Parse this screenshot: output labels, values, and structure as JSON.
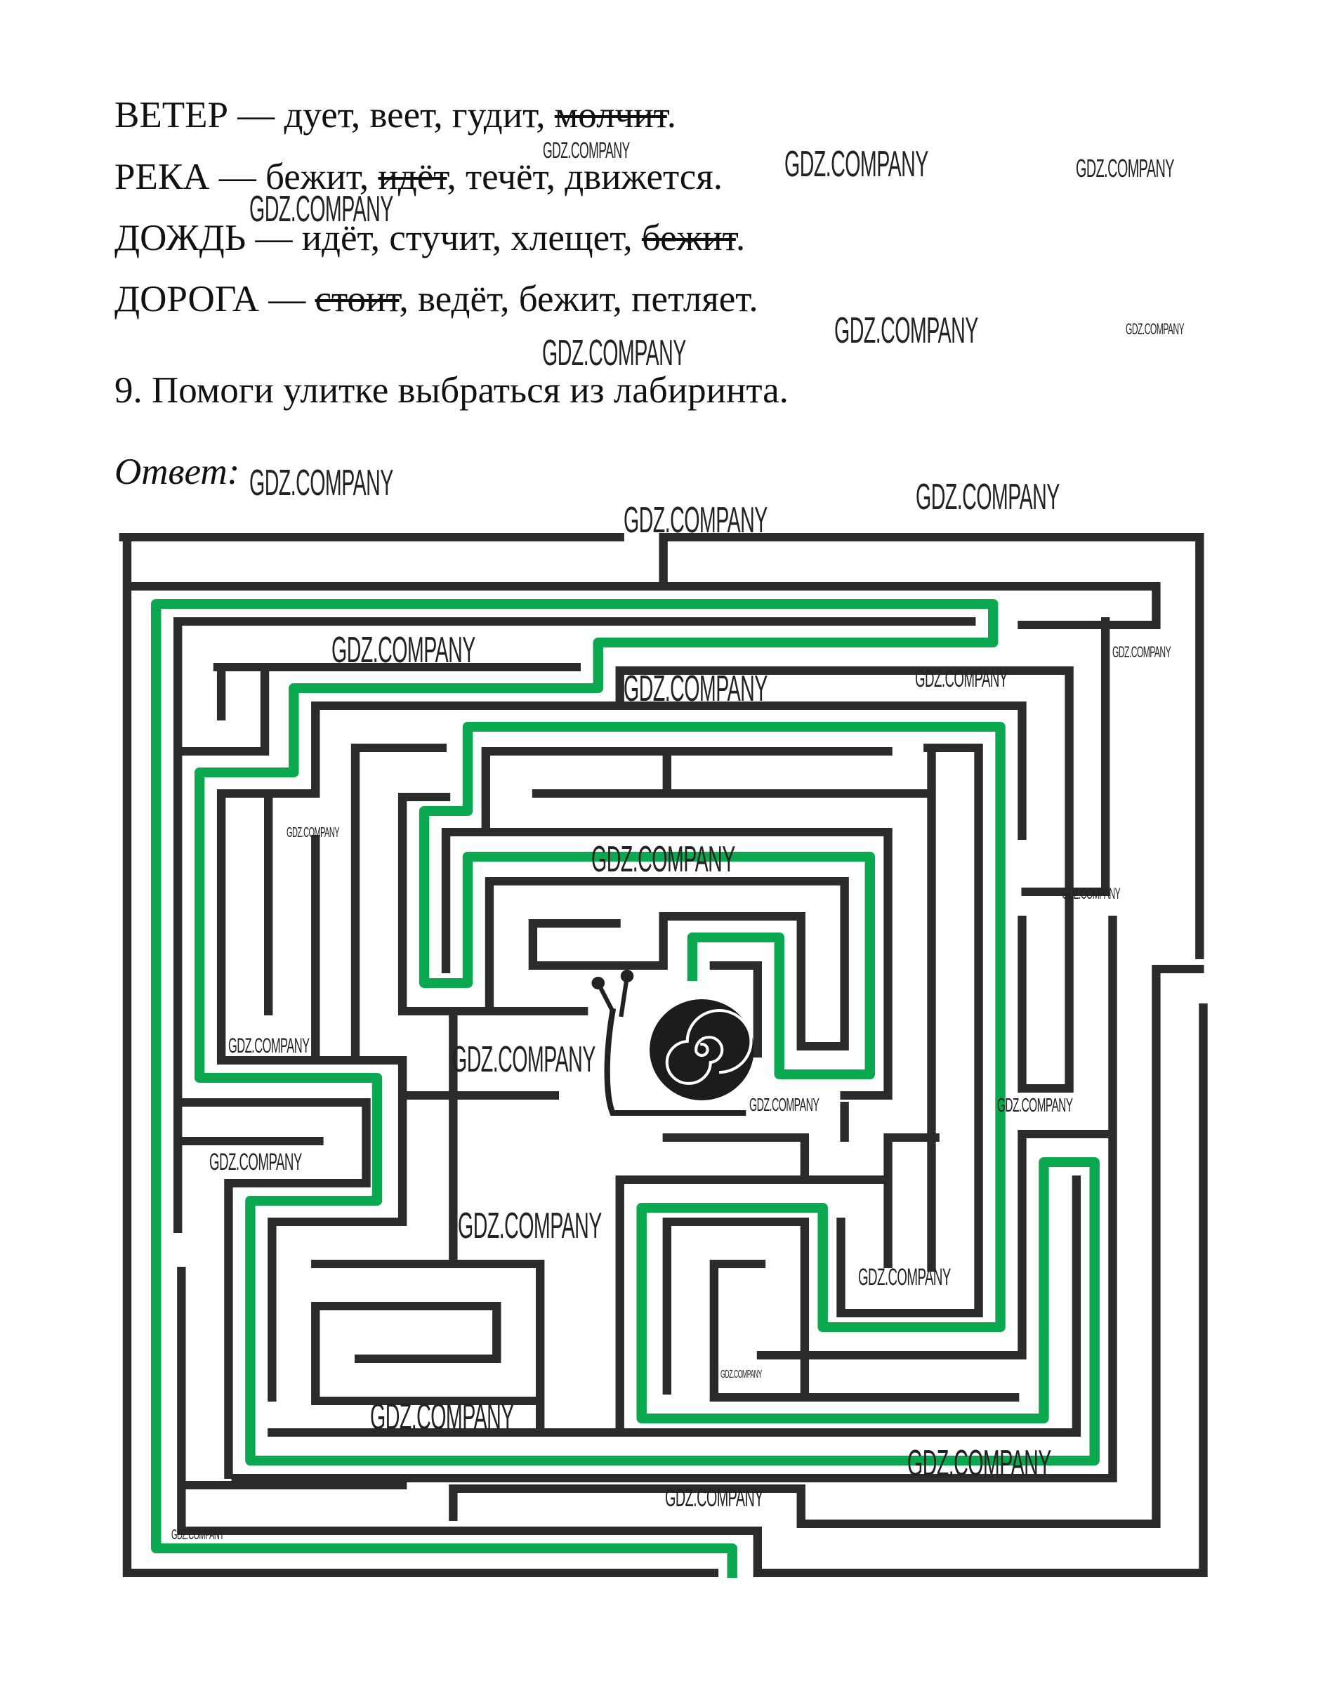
{
  "lines": [
    {
      "word": "ВЕТЕР",
      "dash": " — ",
      "segments": [
        {
          "t": "дует, веет, гудит, ",
          "strike": false
        },
        {
          "t": "молчит",
          "strike": true
        },
        {
          "t": ".",
          "strike": false
        }
      ]
    },
    {
      "word": "РЕКА",
      "dash": " — ",
      "segments": [
        {
          "t": "бежит, ",
          "strike": false
        },
        {
          "t": "идёт",
          "strike": true
        },
        {
          "t": ", течёт, движется.",
          "strike": false
        }
      ]
    },
    {
      "word": "ДОЖДЬ",
      "dash": " — ",
      "segments": [
        {
          "t": "идёт, стучит, хлещет, ",
          "strike": false
        },
        {
          "t": "бежит",
          "strike": true
        },
        {
          "t": ".",
          "strike": false
        }
      ]
    },
    {
      "word": "ДОРОГА",
      "dash": " — ",
      "segments": [
        {
          "t": "стоит",
          "strike": true
        },
        {
          "t": ", ведёт, бежит, петляет.",
          "strike": false
        }
      ]
    }
  ],
  "task": "9. Помоги улитке выбраться из лабиринта.",
  "answer_label": "Ответ:",
  "watermark": "GDZ.COMPANY",
  "colors": {
    "wall": "#2b2b2b",
    "path": "#0aa84f"
  }
}
